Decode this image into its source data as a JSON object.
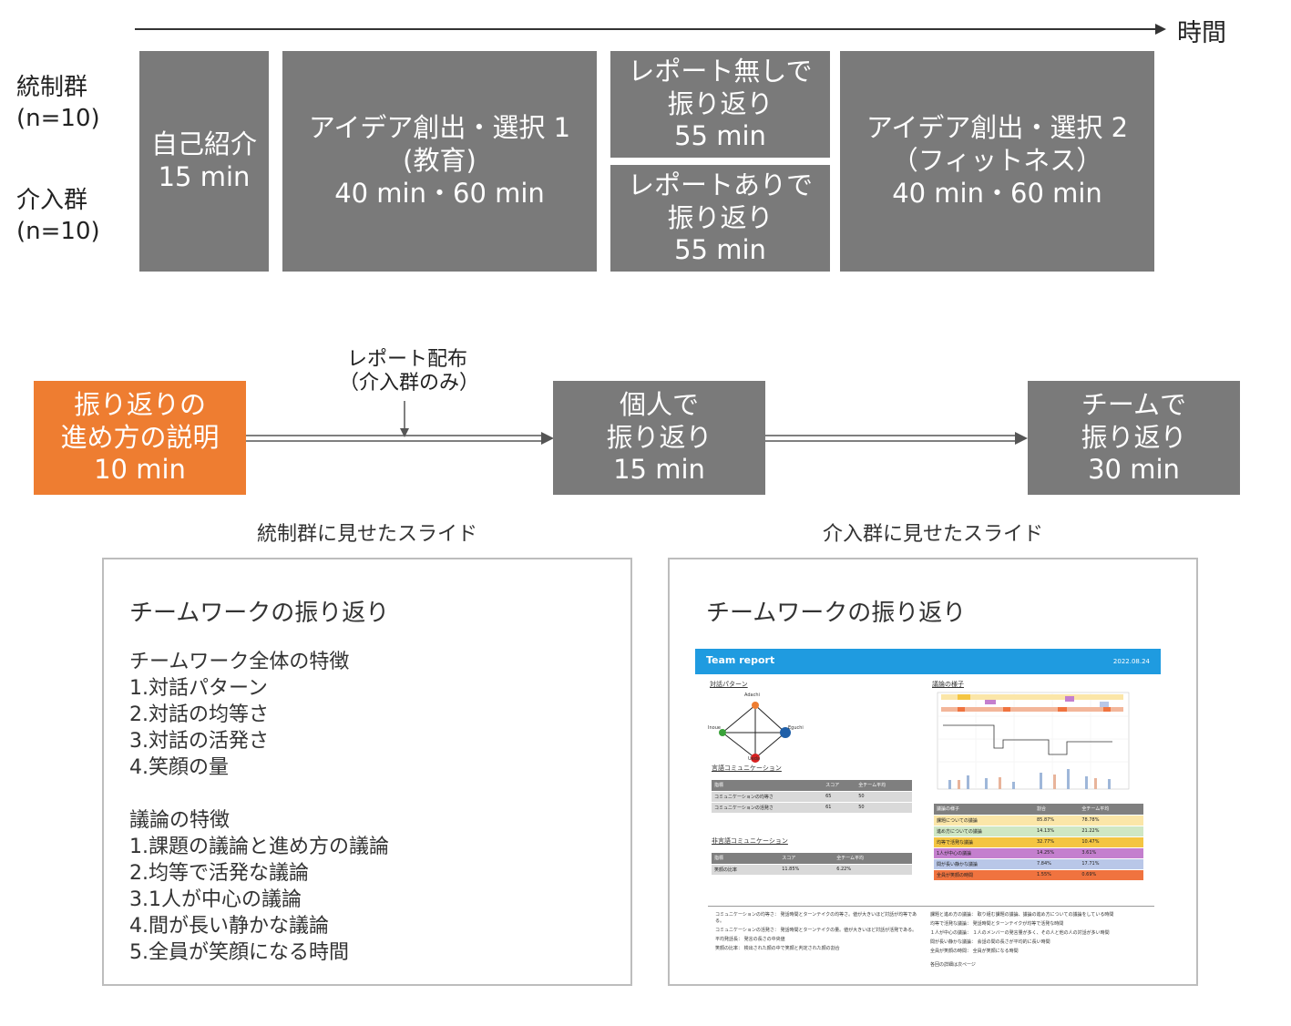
{
  "timeline": {
    "axis_label": "時間"
  },
  "groups": {
    "control": {
      "name": "統制群",
      "n": "(n=10)"
    },
    "intervention": {
      "name": "介入群",
      "n": "(n=10)"
    }
  },
  "phases": {
    "intro": {
      "line1": "自己紹介",
      "line2": "15 min"
    },
    "idea1": {
      "line1": "アイデア創出・選択 1",
      "line2": "(教育)",
      "line3": "40 min・60 min"
    },
    "reflect_no_report": {
      "line1": "レポート無しで",
      "line2": "振り返り",
      "line3": "55 min"
    },
    "reflect_with_report": {
      "line1": "レポートありで",
      "line2": "振り返り",
      "line3": "55 min"
    },
    "idea2": {
      "line1": "アイデア創出・選択 2",
      "line2": "（フィットネス）",
      "line3": "40 min・60 min"
    }
  },
  "flow": {
    "explain": {
      "line1": "振り返りの",
      "line2": "進め方の説明",
      "line3": "10 min"
    },
    "report_note": {
      "line1": "レポート配布",
      "line2": "（介入群のみ）"
    },
    "individual": {
      "line1": "個人で",
      "line2": "振り返り",
      "line3": "15 min"
    },
    "team": {
      "line1": "チームで",
      "line2": "振り返り",
      "line3": "30 min"
    }
  },
  "captions": {
    "control_slide": "統制群に見せたスライド",
    "intervention_slide": "介入群に見せたスライド"
  },
  "slide_control": {
    "title": "チームワークの振り返り",
    "section1_title": "チームワーク全体の特徴",
    "section1_items": [
      "1.対話パターン",
      "2.対話の均等さ",
      "3.対話の活発さ",
      "4.笑顔の量"
    ],
    "section2_title": "議論の特徴",
    "section2_items": [
      "1.課題の議論と進め方の議論",
      "2.均等で活発な議論",
      "3.1人が中心の議論",
      "4.間が長い静かな議論",
      "5.全員が笑顔になる時間"
    ]
  },
  "slide_intervention": {
    "title": "チームワークの振り返り",
    "report": {
      "header_title": "Team report",
      "date": "2022.08.24",
      "dialog_pattern_label": "対話パターン",
      "members": [
        "Adachi",
        "Inoue",
        "Eguchi",
        "Ueda"
      ],
      "member_colors": [
        "#ee7d31",
        "#3aa23a",
        "#1f5fa8",
        "#d62020"
      ],
      "verbal_label": "言語コミュニケーション",
      "verbal_table": {
        "headers": [
          "指標",
          "スコア",
          "全チーム平均"
        ],
        "rows": [
          [
            "コミュニケーションの均等さ",
            "65",
            "50"
          ],
          [
            "コミュニケーションの活発さ",
            "61",
            "50"
          ]
        ]
      },
      "nonverbal_label": "非言語コミュニケーション",
      "nonverbal_table": {
        "headers": [
          "指標",
          "スコア",
          "全チーム平均"
        ],
        "rows": [
          [
            "笑顔の比率",
            "11.85%",
            "6.22%"
          ]
        ]
      },
      "discussion_label": "議論の様子",
      "discussion_table": {
        "headers": [
          "議論の様子",
          "割合",
          "全チーム平均"
        ],
        "rows": [
          [
            "課題についての議論",
            "85.87%",
            "78.78%"
          ],
          [
            "進め方についての議論",
            "14.13%",
            "21.22%"
          ],
          [
            "均等で活発な議論",
            "32.77%",
            "10.47%"
          ],
          [
            "1人が中心の議論",
            "14.25%",
            "3.61%"
          ],
          [
            "間が長い静かな議論",
            "7.84%",
            "17.71%"
          ],
          [
            "全員が笑顔の時間",
            "1.55%",
            "0.69%"
          ]
        ],
        "row_colors": [
          "#fbe6a8",
          "#cfe7c4",
          "#f4c542",
          "#c47fce",
          "#b9c7e8",
          "#f0733f"
        ]
      },
      "notes_left": [
        [
          "コミュニケーションの均等さ：",
          "発話時間とターンテイクの均等さ。値が大きいほど対話が均等である。"
        ],
        [
          "コミュニケーションの活発さ：",
          "発話時間とターンテイクの量。値が大きいほど対話が活発である。"
        ],
        [
          "平均発話長：",
          "発言の長さの中央値"
        ],
        [
          "笑顔の比率：",
          "検出された顔の中で笑顔と判定された顔の割合"
        ]
      ],
      "notes_right": [
        [
          "課題と進め方の議論：",
          "取り組む課題の議論、議論の進め方についての議論をしている時間"
        ],
        [
          "均等で活発な議論：",
          "発話時間とターンテイクが均等で活発な時間"
        ],
        [
          "１人が中心の議論：",
          "１人のメンバーの発言量が多く、その人と他の人の対話が多い時間"
        ],
        [
          "間が長い静かな議論：",
          "会話の間の長さが平均的に長い時間"
        ],
        [
          "全員が笑顔の時間：",
          "全員が笑顔になる時間"
        ]
      ],
      "footer_note": "各回の詳細は次ページ"
    }
  },
  "colors": {
    "gray_box": "#7a7a7a",
    "orange_box": "#ee7d31",
    "report_header": "#1f9be0"
  }
}
